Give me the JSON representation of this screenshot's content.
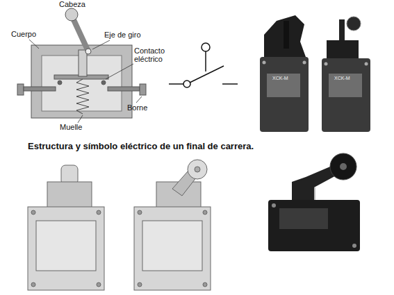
{
  "diagram": {
    "caption": "Estructura y símbolo eléctrico de un final de carrera.",
    "labels": [
      "Cabeza",
      "Cuerpo",
      "Eje de giro",
      "Contacto eléctrico",
      "Borne",
      "Muelle",
      "XCK-M",
      "XCK-M"
    ]
  }
}
